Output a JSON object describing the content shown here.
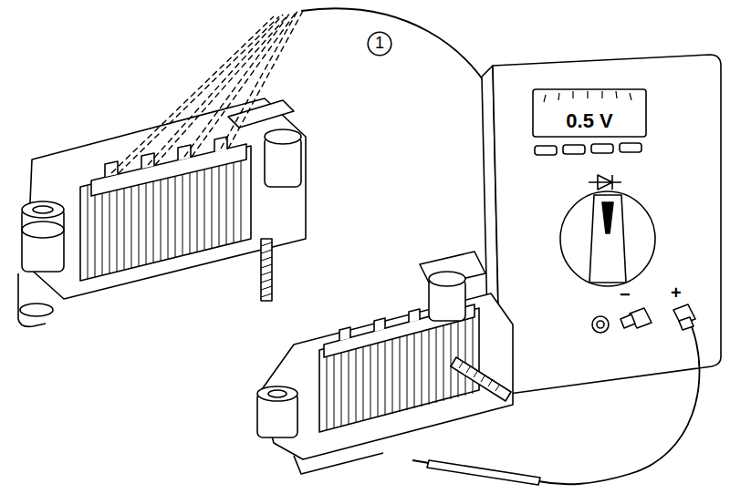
{
  "diagram": {
    "nodes": [
      {
        "text": [
          "1"
        ]
      },
      {
        "text": [
          "0.5 V"
        ]
      }
    ],
    "labels": [
      "−",
      "+"
    ]
  }
}
